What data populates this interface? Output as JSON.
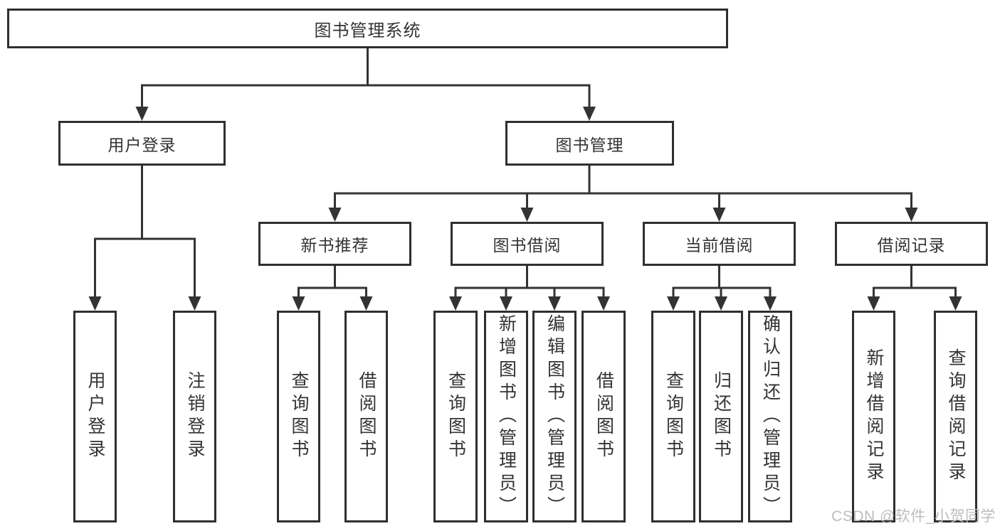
{
  "diagram": {
    "root": {
      "label": "图书管理系统"
    },
    "branches": [
      {
        "label": "用户登录",
        "children": [
          {
            "label": "用户登录"
          },
          {
            "label": "注销登录"
          }
        ]
      },
      {
        "label": "图书管理",
        "children": [
          {
            "label": "新书推荐",
            "children": [
              {
                "label": "查询图书"
              },
              {
                "label": "借阅图书"
              }
            ]
          },
          {
            "label": "图书借阅",
            "children": [
              {
                "label": "查询图书"
              },
              {
                "label": "新增图书（管理员）"
              },
              {
                "label": "编辑图书（管理员）"
              },
              {
                "label": "借阅图书"
              }
            ]
          },
          {
            "label": "当前借阅",
            "children": [
              {
                "label": "查询图书"
              },
              {
                "label": "归还图书"
              },
              {
                "label": "确认归还（管理员）"
              }
            ]
          },
          {
            "label": "借阅记录",
            "children": [
              {
                "label": "新增借阅记录"
              },
              {
                "label": "查询借阅记录"
              }
            ]
          }
        ]
      }
    ]
  },
  "watermark": "CSDN @软件_小贺同学",
  "colors": {
    "line": "#333333",
    "border": "#2f2f2f",
    "text": "#333333",
    "watermark": "#bdbdbd"
  }
}
